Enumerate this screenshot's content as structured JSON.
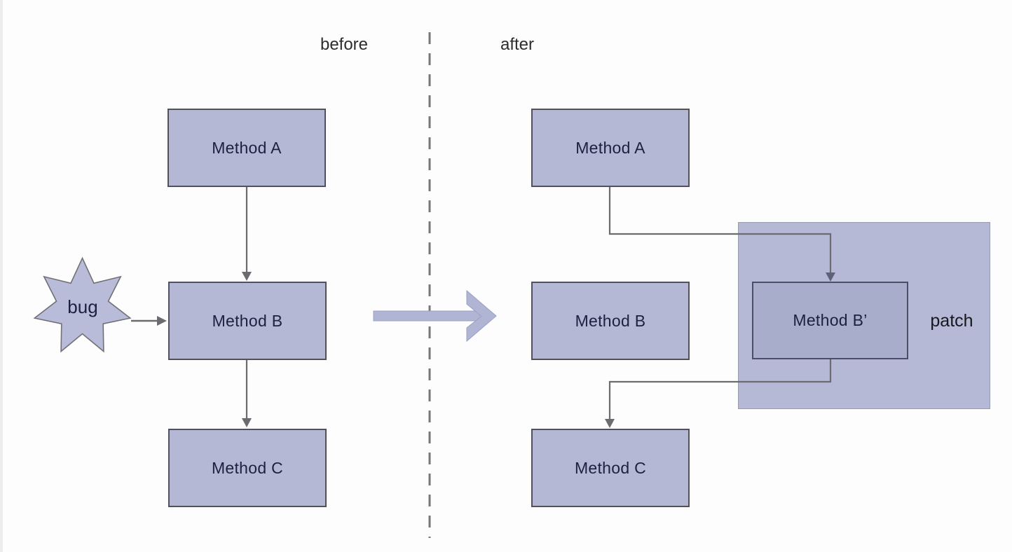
{
  "headers": {
    "before": "before",
    "after": "after"
  },
  "before_column": {
    "nodes": [
      {
        "label": "Method A"
      },
      {
        "label": "Method B"
      },
      {
        "label": "Method C"
      }
    ],
    "bug_label": "bug"
  },
  "after_column": {
    "nodes": [
      {
        "label": "Method A"
      },
      {
        "label": "Method B"
      },
      {
        "label": "Method C"
      }
    ],
    "patched_node_label": "Method B’",
    "patch_label": "patch"
  },
  "colors": {
    "node_fill": "#b5b8d5",
    "node_border": "#50515a",
    "patch_region_fill": "#b6b9d6",
    "patched_node_fill": "#a9adcc",
    "connector_gray": "#6b6b70",
    "block_arrow_fill": "#b1b5d4",
    "star_fill": "#b9bcd8",
    "label_text": "#1c2140",
    "header_text": "#2d2d30"
  }
}
